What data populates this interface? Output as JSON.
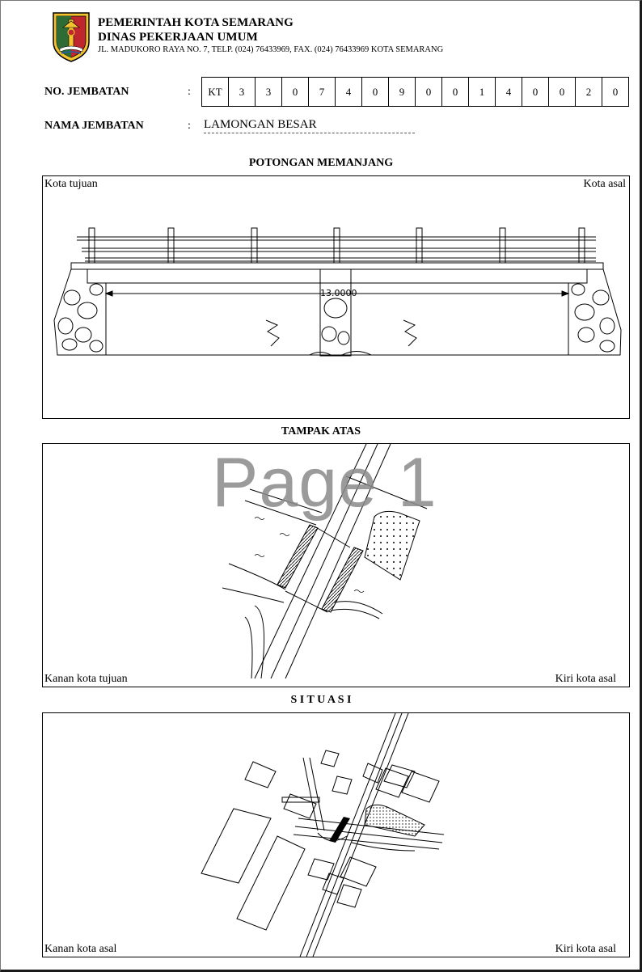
{
  "header": {
    "org_line1": "PEMERINTAH KOTA SEMARANG",
    "org_line2": "DINAS PEKERJAAN UMUM",
    "address": "JL. MADUKORO RAYA NO. 7, TELP. (024) 76433969, FAX. (024) 76433969 KOTA SEMARANG"
  },
  "bridge": {
    "no_label": "NO. JEMBATAN",
    "name_label": "NAMA JEMBATAN",
    "separator": ":",
    "code": [
      "KT",
      "3",
      "3",
      "0",
      "7",
      "4",
      "0",
      "9",
      "0",
      "0",
      "1",
      "4",
      "0",
      "0",
      "2",
      "0"
    ],
    "name": "LAMONGAN BESAR"
  },
  "sections": {
    "long_title": "POTONGAN MEMANJANG",
    "long_left": "Kota tujuan",
    "long_right": "Kota asal",
    "span_dimension": "13.0000",
    "top_title": "TAMPAK ATAS",
    "top_left": "Kanan kota tujuan",
    "top_right": "Kiri kota asal",
    "sit_title": "S I T U A S I",
    "sit_left": "Kanan kota asal",
    "sit_right": "Kiri kota asal"
  },
  "watermark": "Page 1",
  "colors": {
    "logo_red": "#c0262d",
    "logo_yellow": "#f2c230",
    "logo_green": "#2f6b35",
    "frame": "#1a1a1a"
  }
}
